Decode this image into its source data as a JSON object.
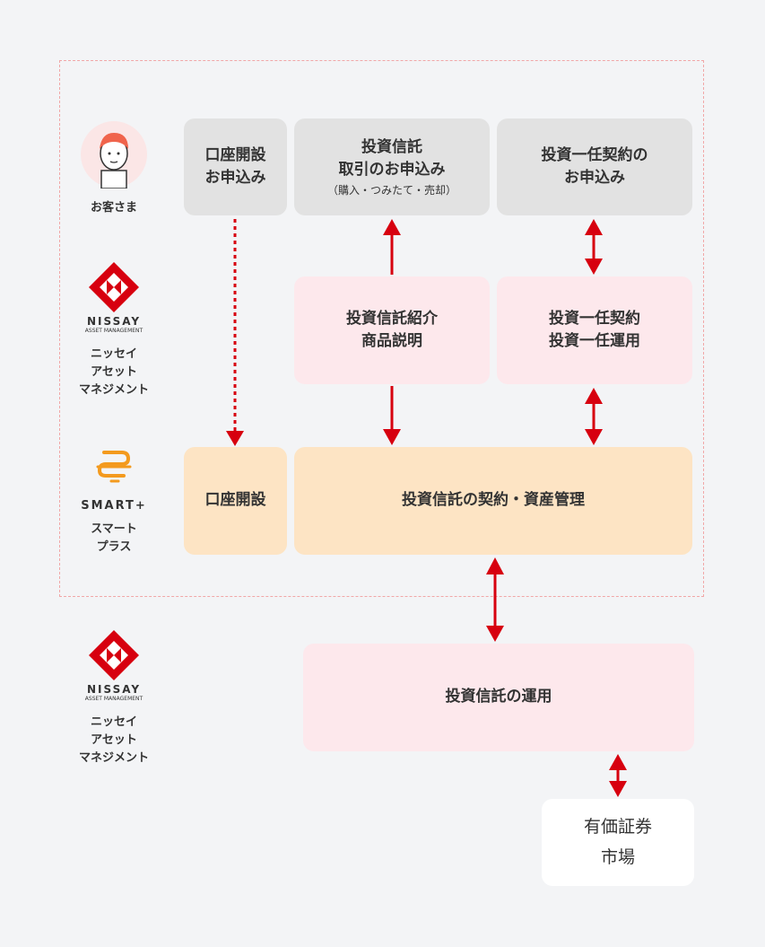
{
  "actors": {
    "customer": {
      "label": "お客さま"
    },
    "nissay_top": {
      "logo_line1": "NISSAY",
      "logo_line2": "ASSET MANAGEMENT",
      "lines": [
        "ニッセイ",
        "アセット",
        "マネジメント"
      ]
    },
    "smart": {
      "logo_word": "SMART+",
      "lines": [
        "スマート",
        "プラス"
      ]
    },
    "nissay_bottom": {
      "logo_line1": "NISSAY",
      "logo_line2": "ASSET MANAGEMENT",
      "lines": [
        "ニッセイ",
        "アセット",
        "マネジメント"
      ]
    }
  },
  "boxes": {
    "account_apply": {
      "lines": [
        "口座開設",
        "お申込み"
      ]
    },
    "fund_apply": {
      "lines": [
        "投資信託",
        "取引のお申込み"
      ],
      "sub": "（購入・つみたて・売却）"
    },
    "discretionary_apply": {
      "lines": [
        "投資一任契約の",
        "お申込み"
      ]
    },
    "fund_intro": {
      "lines": [
        "投資信託紹介",
        "商品説明"
      ]
    },
    "discretionary_ops": {
      "lines": [
        "投資一任契約",
        "投資一任運用"
      ]
    },
    "account_open": {
      "lines": [
        "口座開設"
      ]
    },
    "contract_mgmt": {
      "lines": [
        "投資信託の契約・資産管理"
      ]
    },
    "fund_management": {
      "lines": [
        "投資信託の運用"
      ]
    },
    "market": {
      "lines": [
        "有価証券",
        "市場"
      ]
    }
  },
  "colors": {
    "arrow": "#d7000f",
    "logo_red": "#d7000f",
    "smart_orange": "#f39a1e",
    "frame_dash": "#f1a7a7"
  }
}
